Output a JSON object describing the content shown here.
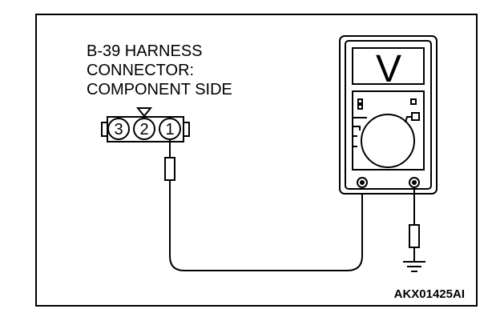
{
  "connector_label": {
    "lines": [
      "B-39 HARNESS",
      "CONNECTOR:",
      "COMPONENT SIDE"
    ]
  },
  "connector_pins": [
    "3",
    "2",
    "1"
  ],
  "meter": {
    "mode_symbol": "V"
  },
  "figure_code": "AKX01425AI"
}
